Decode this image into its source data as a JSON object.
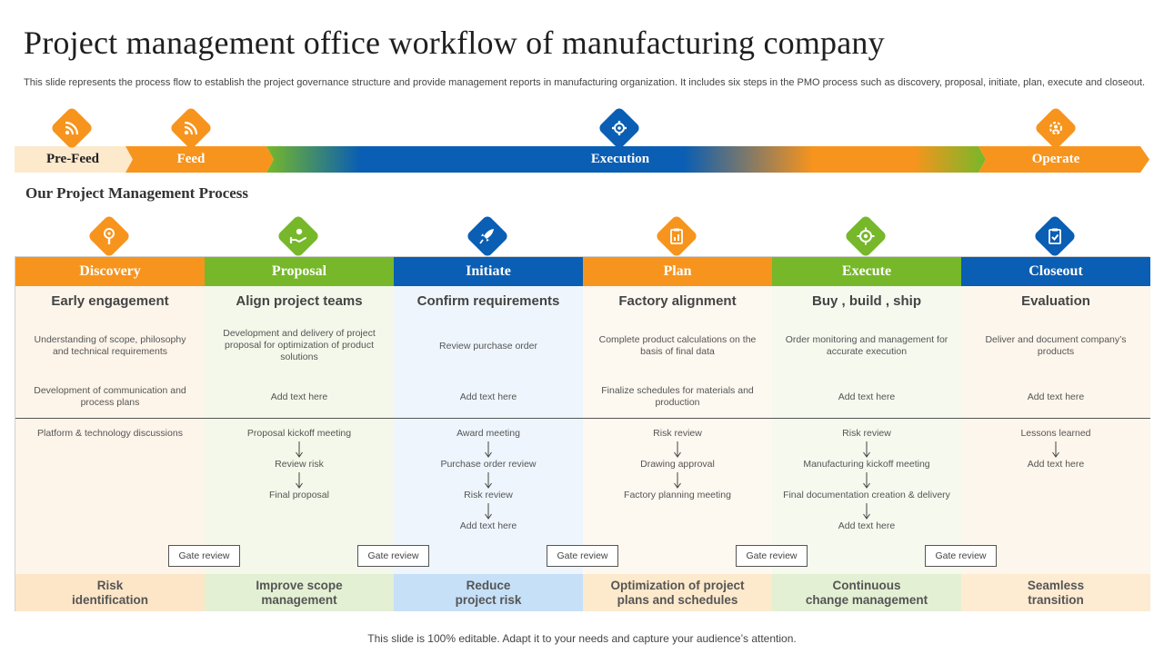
{
  "slide": {
    "title": "Project management office workflow of manufacturing company",
    "description": "This slide represents the process flow to establish the project governance structure and provide management reports in manufacturing organization. It includes six steps in the PMO  process such as discovery, proposal, initiate, plan, execute and closeout.",
    "subtitle": "Our Project Management Process",
    "footer": "This slide is 100% editable. Adapt it to your needs and capture your audience’s attention."
  },
  "phases": [
    {
      "label": "Pre-Feed",
      "color": "#1f1f1f",
      "icon": "rss-icon",
      "icon_color": "#F7941D"
    },
    {
      "label": "Feed",
      "color": "#ffffff",
      "icon": "rss-icon",
      "icon_color": "#F7941D"
    },
    {
      "label": "Execution",
      "color": "#ffffff",
      "icon": "gear-icon",
      "icon_color": "#0A5EB3"
    },
    {
      "label": "Operate",
      "color": "#ffffff",
      "icon": "gear-person-icon",
      "icon_color": "#F7941D"
    }
  ],
  "steps": [
    {
      "name": "Discovery",
      "color": "#F7941D",
      "bg": "#FDF5EA",
      "bottom_bg": "#FDE6C8",
      "icon": "magnifier-icon",
      "heading": "Early engagement",
      "row1": "Understanding of scope, philosophy and technical requirements",
      "row2": "Development of communication and process plans",
      "flow": [
        "Platform & technology discussions"
      ],
      "outcome": [
        "Risk",
        "identification"
      ]
    },
    {
      "name": "Proposal",
      "color": "#76B82A",
      "bg": "#F3F8EA",
      "bottom_bg": "#E3F0D3",
      "icon": "hand-money-icon",
      "heading": "Align  project teams",
      "row1": "Development and delivery of project proposal for optimization  of product solutions",
      "row2": "Add text here",
      "flow": [
        "Proposal kickoff meeting",
        "Review risk",
        "Final proposal"
      ],
      "outcome": [
        "Improve scope",
        "management"
      ]
    },
    {
      "name": "Initiate",
      "color": "#0A5EB3",
      "bg": "#EEF5FC",
      "bottom_bg": "#C6E0F8",
      "icon": "rocket-icon",
      "heading": "Confirm requirements",
      "row1": "Review purchase order",
      "row2": "Add text here",
      "flow": [
        "Award meeting",
        "Purchase order review",
        "Risk review",
        "Add text here"
      ],
      "outcome": [
        "Reduce",
        "project risk"
      ]
    },
    {
      "name": "Plan",
      "color": "#F7941D",
      "bg": "#FDF8F0",
      "bottom_bg": "#FDE9CC",
      "icon": "clipboard-chart-icon",
      "heading": "Factory alignment",
      "row1": "Complete  product calculations on the basis of final data",
      "row2": "Finalize schedules for materials and production",
      "flow": [
        "Risk review",
        "Drawing approval",
        "Factory planning meeting"
      ],
      "outcome": [
        "Optimization of project",
        "plans and schedules"
      ]
    },
    {
      "name": "Execute",
      "color": "#76B82A",
      "bg": "#F5F9EE",
      "bottom_bg": "#E3F0D3",
      "icon": "target-gear-icon",
      "heading": "Buy , build , ship",
      "row1": "Order monitoring and management  for accurate execution",
      "row2": "Add text here",
      "flow": [
        "Risk review",
        "Manufacturing kickoff meeting",
        "Final documentation  creation & delivery",
        "Add text here"
      ],
      "outcome": [
        "Continuous",
        "change management"
      ]
    },
    {
      "name": "Closeout",
      "color": "#0A5EB3",
      "bg": "#FDF6EC",
      "bottom_bg": "#FDEBD2",
      "icon": "clipboard-check-icon",
      "heading": "Evaluation",
      "row1": "Deliver and document company’s products",
      "row2": "Add text here",
      "flow": [
        "Lessons learned",
        "Add text here"
      ],
      "outcome": [
        "Seamless",
        "transition"
      ]
    }
  ],
  "gates": [
    "Gate review",
    "Gate review",
    "Gate review",
    "Gate review",
    "Gate review"
  ]
}
